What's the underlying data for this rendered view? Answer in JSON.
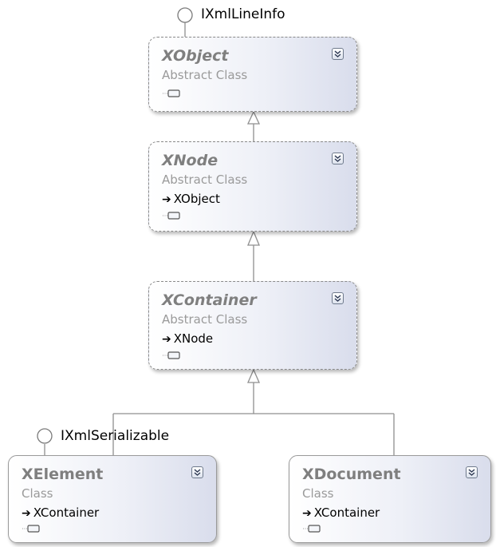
{
  "interfaces": {
    "ixmllineinfo": "IXmlLineInfo",
    "ixmlserializable": "IXmlSerializable"
  },
  "classes": {
    "xobject": {
      "name": "XObject",
      "kind": "Abstract Class"
    },
    "xnode": {
      "name": "XNode",
      "kind": "Abstract Class",
      "base": "XObject"
    },
    "xcontainer": {
      "name": "XContainer",
      "kind": "Abstract Class",
      "base": "XNode"
    },
    "xelement": {
      "name": "XElement",
      "kind": "Class",
      "base": "XContainer"
    },
    "xdocument": {
      "name": "XDocument",
      "kind": "Class",
      "base": "XContainer"
    }
  },
  "inheritance_arrow_glyph": "➔",
  "colors": {
    "box_border": "#8a8a8a",
    "box_gradient_end": "#d9ddec",
    "name_text": "#7f7f7f",
    "kind_text": "#9a9a9a",
    "connector": "#8f8f8f"
  }
}
